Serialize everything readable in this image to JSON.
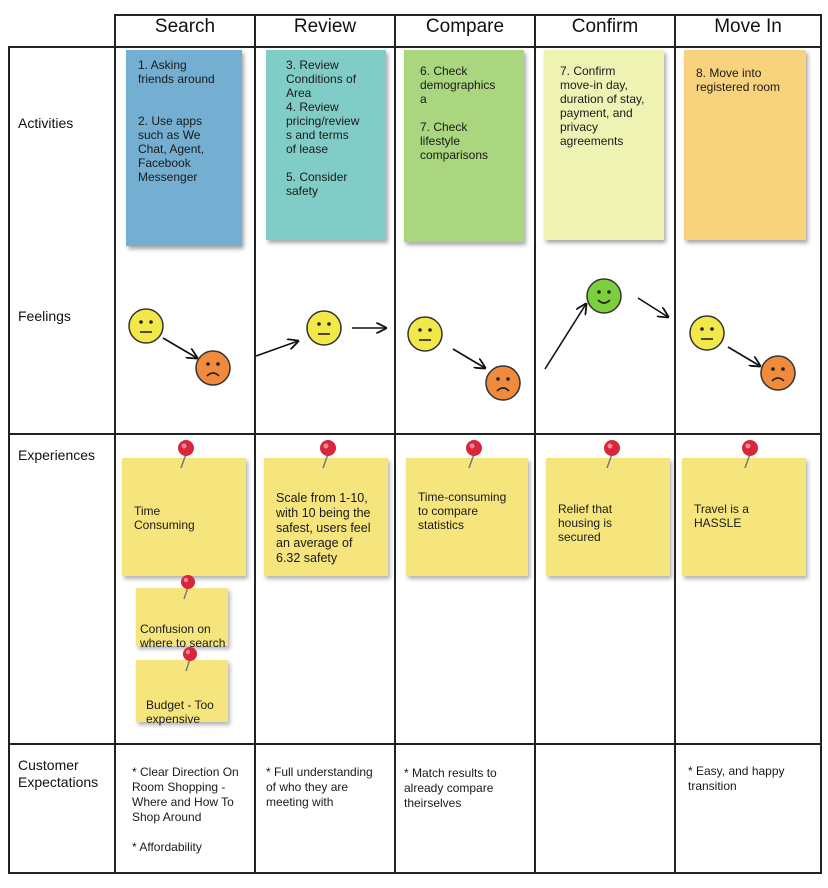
{
  "stages": [
    {
      "title": "Search"
    },
    {
      "title": "Review"
    },
    {
      "title": "Compare"
    },
    {
      "title": "Confirm"
    },
    {
      "title": "Move In"
    }
  ],
  "rows": {
    "activities": "Activities",
    "feelings": "Feelings",
    "experiences": "Experiences",
    "expectations": "Customer\nExpectations"
  },
  "activities": [
    {
      "text": "1. Asking\nfriends around\n\n\n2. Use apps\nsuch as We\nChat, Agent,\nFacebook\nMessenger",
      "color": "#74aed0"
    },
    {
      "text": "3. Review\nConditions of\nArea\n4. Review\npricing/review\ns and terms\nof lease\n\n5. Consider\nsafety",
      "color": "#7fcdc6"
    },
    {
      "text": "6. Check\ndemographics\na\n\n7. Check\nlifestyle\ncomparisons",
      "color": "#a9d67e"
    },
    {
      "text": "7. Confirm\nmove-in day,\nduration of stay,\npayment, and\nprivacy\nagreements",
      "color": "#eef3b3"
    },
    {
      "text": "8. Move into\nregistered room",
      "color": "#f8d27d"
    }
  ],
  "experiences": [
    {
      "text": "Time\nConsuming"
    },
    {
      "text": "Scale from 1-10,\nwith 10 being the\nsafest, users feel\nan average of\n6.32 safety"
    },
    {
      "text": "Time-consuming\nto compare\nstatistics"
    },
    {
      "text": "Relief that\nhousing is\nsecured"
    },
    {
      "text": "Travel is a\nHASSLE"
    }
  ],
  "extra_experiences": [
    {
      "text": "Confusion on\nwhere to search"
    },
    {
      "text": "Budget - Too\nexpensive"
    }
  ],
  "expectations": [
    {
      "text": "* Clear Direction On\nRoom Shopping -\nWhere and How To\nShop Around\n\n* Affordability"
    },
    {
      "text": "* Full understanding\nof who they are\nmeeting with"
    },
    {
      "text": "* Match results to\nalready compare\ntheirselves"
    },
    {
      "text": ""
    },
    {
      "text": "* Easy, and happy\ntransition"
    }
  ],
  "colors": {
    "neutral_face": "#f3e84a",
    "sad_face": "#f08a3c",
    "happy_face": "#7ccf3a",
    "sticky": "#f6e57d",
    "pin": "#d9263a"
  },
  "icons": {
    "neutral": "neutral-face-icon",
    "sad": "sad-face-icon",
    "happy": "happy-face-icon",
    "pin": "pushpin-icon"
  }
}
